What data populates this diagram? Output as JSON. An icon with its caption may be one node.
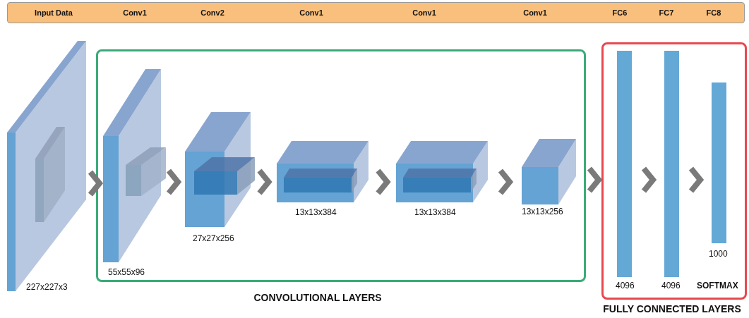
{
  "diagram": {
    "nodes": [
      {
        "text": [
          "Input Data",
          "Conv1",
          "Conv2",
          "Conv1",
          "Conv1",
          "Conv1",
          "FC6",
          "FC7",
          "FC8"
        ]
      },
      {
        "text": [
          "CONVOLUTIONAL LAYERS"
        ]
      },
      {
        "text": [
          "FULLY CONNECTED LAYERS"
        ]
      },
      {
        "text": [],
        "shape": "box",
        "beside": [
          "227x227x3"
        ]
      },
      {
        "text": [],
        "shape": "box",
        "beside": [
          "55x55x96"
        ],
        "in": 1
      },
      {
        "text": [],
        "shape": "box",
        "beside": [
          "27x27x256"
        ],
        "in": 1
      },
      {
        "text": [],
        "shape": "box",
        "beside": [
          "13x13x384"
        ],
        "in": 1
      },
      {
        "text": [],
        "shape": "box",
        "beside": [
          "13x13x384"
        ],
        "in": 1
      },
      {
        "text": [],
        "shape": "box",
        "beside": [
          "13x13x256"
        ],
        "in": 1
      },
      {
        "text": [],
        "shape": "bar",
        "beside": [
          "4096"
        ],
        "in": 2
      },
      {
        "text": [],
        "shape": "bar",
        "beside": [
          "4096"
        ],
        "in": 2
      },
      {
        "text": [],
        "shape": "bar",
        "beside": [
          "1000",
          "SOFTMAX"
        ],
        "in": 2
      }
    ],
    "edges": [
      {
        "from": 3,
        "to": 4,
        "arrow": "to"
      },
      {
        "from": 4,
        "to": 5,
        "arrow": "to"
      },
      {
        "from": 5,
        "to": 6,
        "arrow": "to"
      },
      {
        "from": 6,
        "to": 7,
        "arrow": "to"
      },
      {
        "from": 7,
        "to": 8,
        "arrow": "to"
      },
      {
        "from": 1,
        "to": 2,
        "arrow": "to"
      },
      {
        "from": 9,
        "to": 10,
        "arrow": "to"
      },
      {
        "from": 10,
        "to": 11,
        "arrow": "to"
      }
    ]
  }
}
